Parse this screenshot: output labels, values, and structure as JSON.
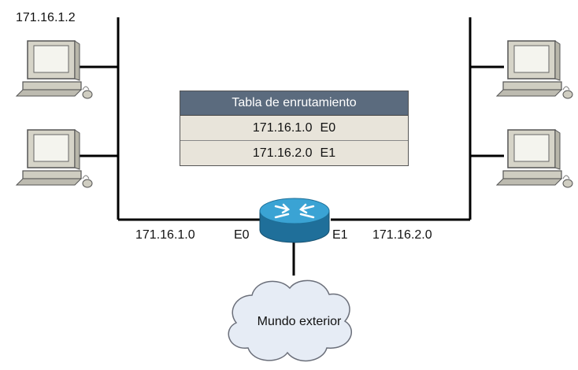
{
  "labels": {
    "host_address": "171.16.1.2",
    "net_left": "171.16.1.0",
    "iface_left": "E0",
    "iface_right": "E1",
    "net_right": "171.16.2.0",
    "cloud": "Mundo exterior"
  },
  "routing_table": {
    "title": "Tabla de enrutamiento",
    "rows": [
      {
        "network": "171.16.1.0",
        "interface": "E0"
      },
      {
        "network": "171.16.2.0",
        "interface": "E1"
      }
    ]
  },
  "icons": {
    "computers": [
      "computer-icon",
      "computer-icon",
      "computer-icon",
      "computer-icon"
    ],
    "router": "router-icon",
    "cloud": "cloud-icon"
  },
  "colors": {
    "table_header": "#5b6b7e",
    "table_body": "#e8e4da",
    "router": "#2a8fc0",
    "cloud": "#e6ecf5"
  }
}
